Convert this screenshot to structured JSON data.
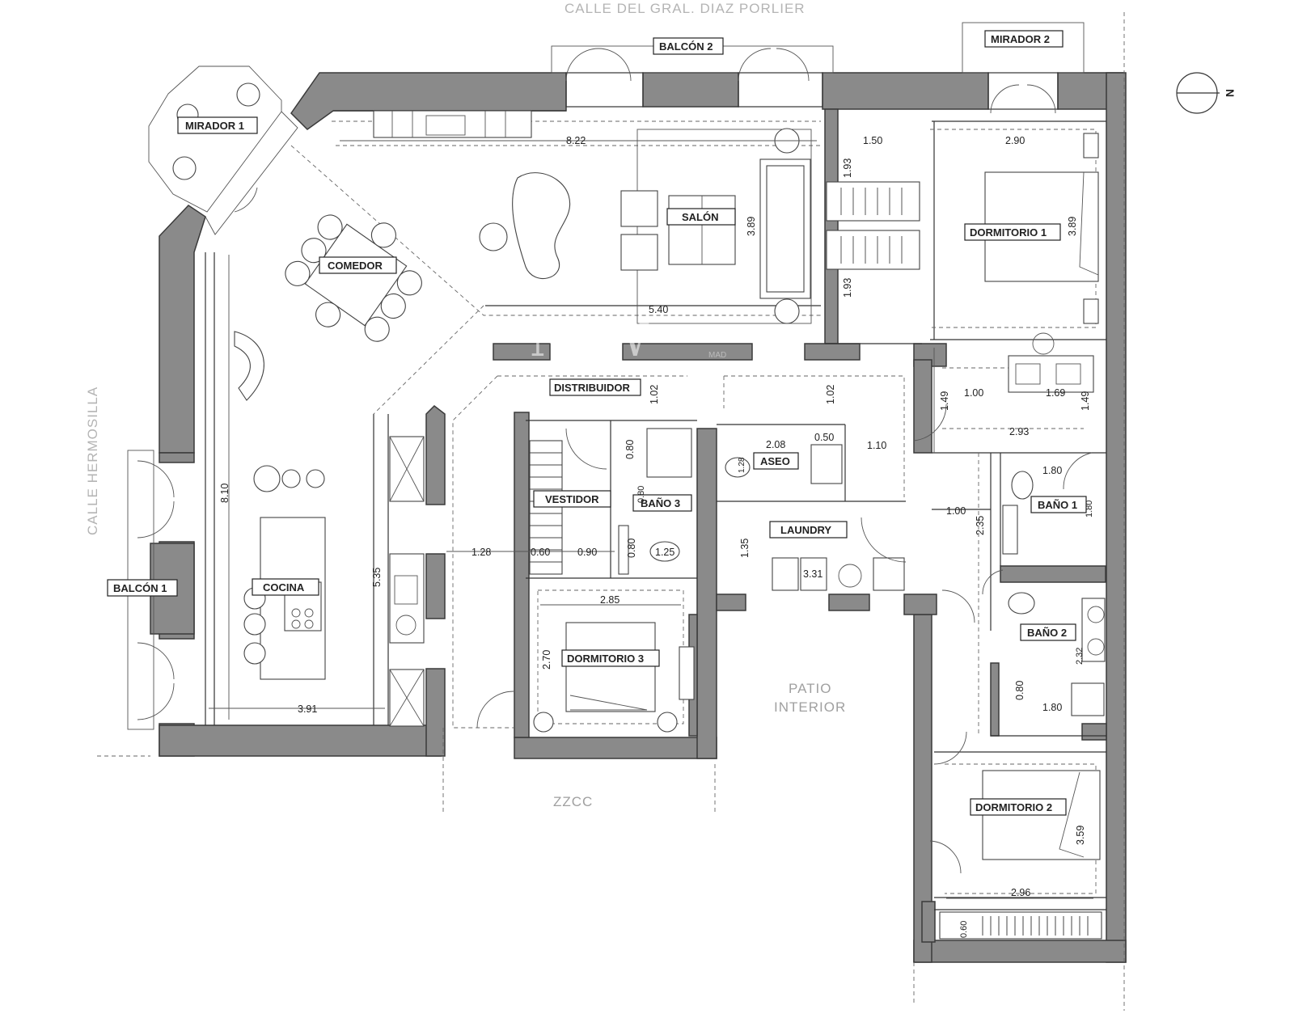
{
  "streets": {
    "north": "CALLE DEL GRAL. DIAZ PORLIER",
    "west": "CALLE HERMOSILLA"
  },
  "zones": {
    "patio_line1": "PATIO",
    "patio_line2": "INTERIOR",
    "zzcc": "ZZCC"
  },
  "compass": {
    "label": "N"
  },
  "watermark": {
    "text": "NEW",
    "sub": "MAD"
  },
  "rooms": {
    "mirador1": "MIRADOR 1",
    "mirador2": "MIRADOR 2",
    "balcon1": "BALCÓN 1",
    "balcon2": "BALCÓN 2",
    "comedor": "COMEDOR",
    "salon": "SALÓN",
    "cocina": "COCINA",
    "distribuidor": "DISTRIBUIDOR",
    "dormitorio1": "DORMITORIO 1",
    "dormitorio2": "DORMITORIO 2",
    "dormitorio3": "DORMITORIO 3",
    "vestidor": "VESTIDOR",
    "bano1": "BAÑO 1",
    "bano2": "BAÑO 2",
    "bano3": "BAÑO 3",
    "aseo": "ASEO",
    "laundry": "LAUNDRY"
  },
  "dimensions": {
    "salon_width": "8.22",
    "salon_depth": "3.89",
    "salon_inner": "5.40",
    "closet_width": "1.50",
    "closet_depth_top": "1.93",
    "closet_depth_bottom": "1.93",
    "dorm1_width": "2.90",
    "dorm1_depth": "3.89",
    "cocina_depth": "8.10",
    "cocina_width": "3.91",
    "corridor_length": "5.35",
    "dist_a": "1.02",
    "dist_b": "1.02",
    "hall_a": "1.00",
    "hall_b": "1.69",
    "hall_c": "1.49",
    "hall_d": "1.49",
    "hall_e": "2.93",
    "aseo_width": "2.08",
    "aseo_niche": "0.50",
    "aseo_depth": "1.28",
    "aseo_side": "1.10",
    "bano3_a": "0.80",
    "bano3_b": "0.80",
    "bano3_c": "0.80",
    "bano3_w": "1.25",
    "vest_a": "1.28",
    "vest_b": "0.60",
    "vest_c": "0.90",
    "laundry_depth": "1.35",
    "laundry_w": "3.31",
    "bano1_w": "1.80",
    "bano1_d": "1.80",
    "hall_f": "1.00",
    "hall_g": "2.35",
    "bano2_w": "1.80",
    "bano2_d": "2.32",
    "bano2_e": "0.80",
    "dorm3_w": "2.85",
    "dorm3_d": "2.70",
    "dorm2_w": "2.96",
    "dorm2_d": "3.59",
    "dorm2_closet": "0.60"
  }
}
